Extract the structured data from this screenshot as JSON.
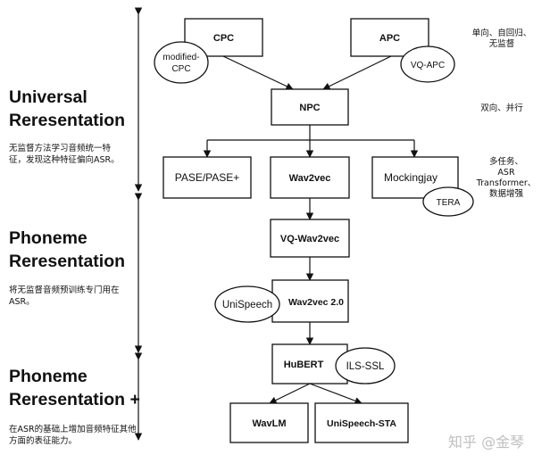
{
  "left_sections": [
    {
      "title_lines": [
        "Universal",
        "Reresentation"
      ],
      "note_lines": [
        "无监督方法学习音频统一特",
        "征，发现这种特征偏向ASR。"
      ]
    },
    {
      "title_lines": [
        "Phoneme",
        "Reresentation"
      ],
      "note_lines": [
        "将无监督音频预训练专门用在",
        "ASR。"
      ]
    },
    {
      "title_lines": [
        "Phoneme",
        "Reresentation +"
      ],
      "note_lines": [
        "在ASR的基础上增加音频特征其他",
        "方面的表征能力。"
      ]
    }
  ],
  "nodes": {
    "cpc": "CPC",
    "apc": "APC",
    "modified_cpc": [
      "modified-",
      "CPC"
    ],
    "vq_apc": "VQ-APC",
    "npc": "NPC",
    "pase": "PASE/PASE+",
    "wav2vec": "Wav2vec",
    "mockingjay": "Mockingjay",
    "tera": "TERA",
    "vq_wav2vec": "VQ-Wav2vec",
    "unispeech": "UniSpeech",
    "wav2vec2": "Wav2vec 2.0",
    "hubert": "HuBERT",
    "ils_ssl": "ILS-SSL",
    "wavlm": "WavLM",
    "unispeech_sat": "UniSpeech-STA"
  },
  "right_notes": [
    {
      "lines": [
        "单向、自回归、",
        "无监督"
      ]
    },
    {
      "lines": [
        "双向、并行"
      ]
    },
    {
      "lines": [
        "多任务、",
        "ASR",
        "Transformer、",
        "数据增强"
      ]
    }
  ],
  "watermark": "知乎 @金琴"
}
